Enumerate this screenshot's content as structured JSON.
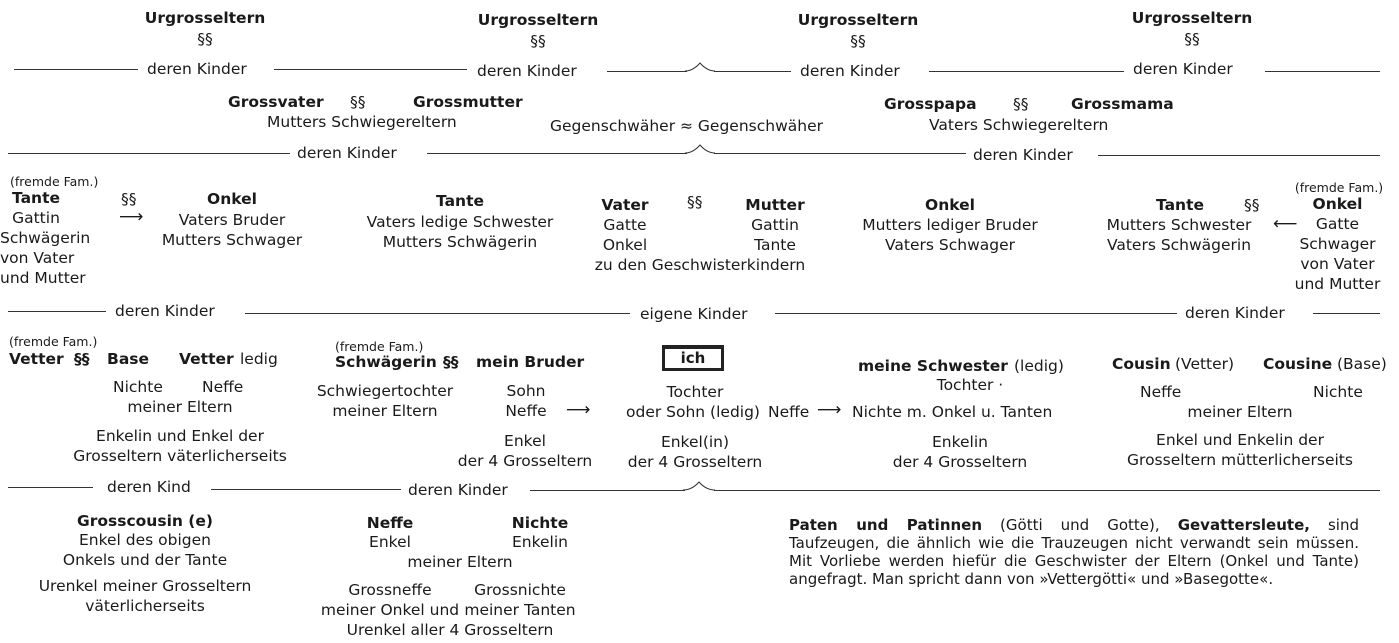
{
  "row1": {
    "u1": {
      "title": "Urgrosseltern",
      "sym": "§§"
    },
    "u2": {
      "title": "Urgrosseltern",
      "sym": "§§"
    },
    "u3": {
      "title": "Urgrosseltern",
      "sym": "§§"
    },
    "u4": {
      "title": "Urgrosseltern",
      "sym": "§§"
    },
    "kinder": [
      "deren Kinder",
      "deren Kinder",
      "deren Kinder",
      "deren Kinder"
    ]
  },
  "row2": {
    "left": {
      "gv": "Grossvater",
      "sym": "§§",
      "gm": "Grossmutter",
      "sub": "Mutters Schwiegereltern"
    },
    "mid": {
      "text": "Gegenschwäher ≈ Gegenschwäher"
    },
    "right": {
      "gp": "Grosspapa",
      "sym": "§§",
      "gma": "Grossmama",
      "sub": "Vaters Schwiegereltern"
    },
    "kinder": [
      "deren Kinder",
      "deren Kinder"
    ]
  },
  "row3": {
    "tante1": {
      "note": "(fremde Fam.)",
      "name": "Tante",
      "lines": [
        "Gattin",
        "Schwägerin",
        "von Vater",
        "und Mutter"
      ]
    },
    "sym1": "§§",
    "onkel1": {
      "name": "Onkel",
      "lines": [
        "Vaters Bruder",
        "Mutters Schwager"
      ]
    },
    "tante2": {
      "name": "Tante",
      "lines": [
        "Vaters ledige Schwester",
        "Mutters Schwägerin"
      ]
    },
    "vater": {
      "name": "Vater",
      "lines": [
        "Gatte",
        "Onkel"
      ]
    },
    "sym2": "§§",
    "mutter": {
      "name": "Mutter",
      "lines": [
        "Gattin",
        "Tante"
      ]
    },
    "geschwister": "zu den Geschwisterkindern",
    "onkel2": {
      "name": "Onkel",
      "lines": [
        "Mutters lediger Bruder",
        "Vaters Schwager"
      ]
    },
    "tante3": {
      "name": "Tante",
      "lines": [
        "Mutters Schwester",
        "Vaters Schwägerin"
      ]
    },
    "sym3": "§§",
    "onkel3": {
      "note": "(fremde Fam.)",
      "name": "Onkel",
      "lines": [
        "Gatte",
        "Schwager",
        "von Vater",
        "und Mutter"
      ]
    },
    "kinder": [
      "deren Kinder",
      "eigene Kinder",
      "deren Kinder"
    ]
  },
  "row4": {
    "vetter": {
      "note": "(fremde Fam.)",
      "head_a": "Vetter",
      "sym": "§§",
      "head_b": "Base",
      "head_c": "Vetter",
      "ledig": "ledig",
      "l1a": "Nichte",
      "l1b": "Neffe",
      "l2": "meiner Eltern",
      "l3": "Enkelin und Enkel der",
      "l4": "Grosseltern väterlicherseits"
    },
    "schwaegerin": {
      "note": "(fremde Fam.)",
      "name": "Schwägerin",
      "sym": "§§",
      "lines": [
        "Schwiegertochter",
        "meiner Eltern"
      ]
    },
    "bruder": {
      "name": "mein Bruder",
      "lines": [
        "Sohn",
        "Neffe"
      ],
      "enkel": [
        "Enkel",
        "der 4 Grosseltern"
      ]
    },
    "ich": {
      "label": "ich",
      "lines": [
        "Tochter",
        "oder Sohn (ledig)"
      ],
      "enkel": [
        "Enkel(in)",
        "der 4 Grosseltern"
      ]
    },
    "neffe_label": "Neffe",
    "schwester": {
      "name": "meine Schwester",
      "ledig": "(ledig)",
      "lines": [
        "Tochter ·",
        "Nichte m. Onkel u. Tanten"
      ],
      "enkel": [
        "Enkelin",
        "der 4 Grosseltern"
      ]
    },
    "cousin": {
      "cousin": "Cousin",
      "vetter": "(Vetter)",
      "cousine": "Cousine",
      "base": "(Base)",
      "l1a": "Neffe",
      "l1b": "Nichte",
      "l2": "meiner Eltern",
      "l3": "Enkel und Enkelin der",
      "l4": "Grosseltern mütterlicherseits"
    },
    "kinder": [
      "deren Kind",
      "deren Kinder"
    ]
  },
  "row5": {
    "grosscousin": {
      "name": "Grosscousin (e)",
      "lines": [
        "Enkel des obigen",
        "Onkels und der Tante"
      ],
      "extra": [
        "Urenkel meiner Grosseltern",
        "väterlicherseits"
      ]
    },
    "neffe": {
      "name": "Neffe",
      "sub": "Enkel"
    },
    "nichte": {
      "name": "Nichte",
      "sub": "Enkelin"
    },
    "eltern": "meiner Eltern",
    "gross": {
      "a": [
        "Grossneffe",
        "meiner Onkel und"
      ],
      "b": [
        "Grossnichte",
        "meiner Tanten"
      ],
      "c": "Urenkel aller 4 Grosseltern"
    },
    "paten": {
      "b1": "Paten und Patinnen",
      "t1": " (Götti und Gotte), ",
      "b2": "Gevattersleute,",
      "t2": " sind Taufzeugen, die ähnlich wie die Trauzeugen nicht verwandt sein müssen. Mit Vorliebe werden hiefür die Geschwister der Eltern (Onkel und Tante) angefragt. Man spricht dann von »Vettergötti« und »Basegotte«."
    }
  }
}
